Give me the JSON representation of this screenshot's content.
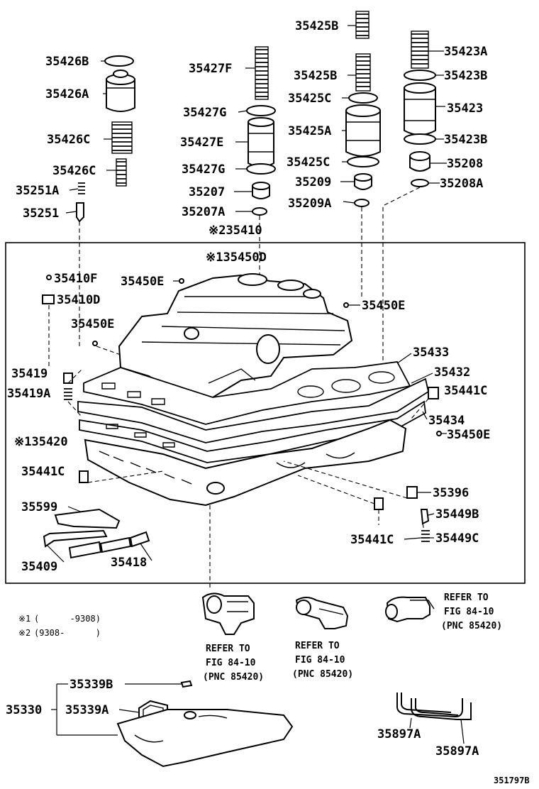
{
  "figure_id": "351797B",
  "notes": [
    {
      "mark": "※1",
      "text": "(      -9308)"
    },
    {
      "mark": "※2",
      "text": "(9308-      )"
    }
  ],
  "references": [
    {
      "line1": "REFER TO",
      "line2": "FIG 84-10",
      "line3": "(PNC 85420)"
    },
    {
      "line1": "REFER TO",
      "line2": "FIG 84-10",
      "line3": "(PNC 85420)"
    },
    {
      "line1": "REFER TO",
      "line2": "FIG 84-10",
      "line3": "(PNC 85420)"
    }
  ],
  "labels": {
    "p35425B_top": "35425B",
    "p35423A": "35423A",
    "p35426B": "35426B",
    "p35427F": "35427F",
    "p35425B": "35425B",
    "p35423B_top": "35423B",
    "p35426A": "35426A",
    "p35425C_top": "35425C",
    "p35423": "35423",
    "p35427G_top": "35427G",
    "p35425A": "35425A",
    "p35426C_top": "35426C",
    "p35427E": "35427E",
    "p35423B_bot": "35423B",
    "p35425C_bot": "35425C",
    "p35208": "35208",
    "p35426C": "35426C",
    "p35427G": "35427G",
    "p35209": "35209",
    "p35208A": "35208A",
    "p35251A": "35251A",
    "p35207": "35207",
    "p35251": "35251",
    "p35207A": "35207A",
    "p35209A": "35209A",
    "p35410": "※235410",
    "p35450D": "※135450D",
    "p35410F": "35410F",
    "p35450E_a": "35450E",
    "p35410D": "35410D",
    "p35450E_b": "35450E",
    "p35450E_c": "35450E",
    "p35433": "35433",
    "p35419": "35419",
    "p35432": "35432",
    "p35419A": "35419A",
    "p35441C_a": "35441C",
    "p35434": "35434",
    "p35450E_d": "35450E",
    "p35420": "※135420",
    "p35441C_b": "35441C",
    "p35396": "35396",
    "p35599": "35599",
    "p35449B": "35449B",
    "p35441C_c": "35441C",
    "p35449C": "35449C",
    "p35409": "35409",
    "p35418": "35418",
    "p35339B": "35339B",
    "p35330": "35330",
    "p35339A": "35339A",
    "p35897A_a": "35897A",
    "p35897A_b": "35897A"
  }
}
